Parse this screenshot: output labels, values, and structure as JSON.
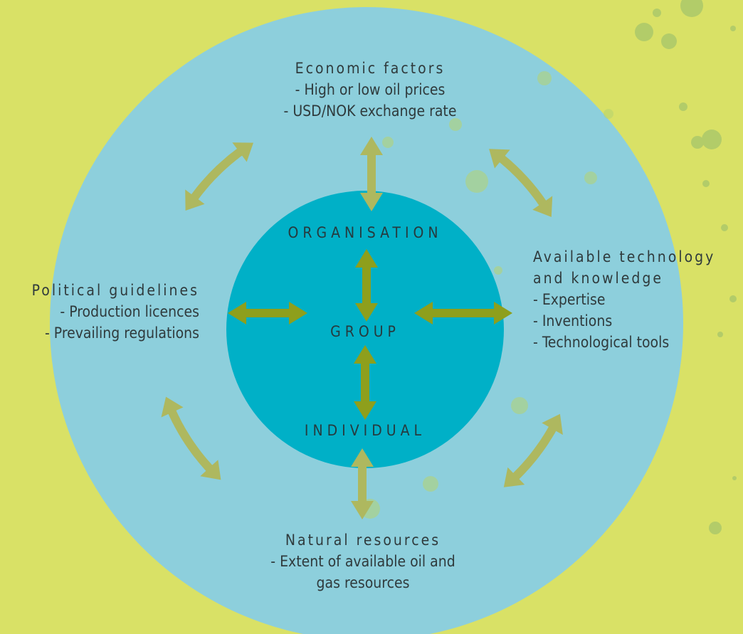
{
  "colors": {
    "background": "#d9e166",
    "outer_circle": "#8dcfdc",
    "inner_circle": "#00b0c7",
    "arrow_dark": "#8e9f1c",
    "arrow_light": "#aeb85f",
    "text": "#2f3a3c"
  },
  "inner": {
    "top": "ORGANISATION",
    "middle": "GROUP",
    "bottom": "INDIVIDUAL"
  },
  "factors": {
    "economic": {
      "title": "Economic factors",
      "items": [
        "- High or low oil prices",
        "- USD/NOK exchange rate"
      ]
    },
    "political": {
      "title": "Political guidelines",
      "items": [
        "- Production licences",
        "- Prevailing regulations"
      ]
    },
    "technology": {
      "title_1": "Available technology",
      "title_2": "and knowledge",
      "items": [
        "- Expertise",
        "- Inventions",
        "- Technological tools"
      ]
    },
    "natural": {
      "title": "Natural resources",
      "items": [
        "- Extent of available oil and",
        "gas resources"
      ]
    }
  }
}
